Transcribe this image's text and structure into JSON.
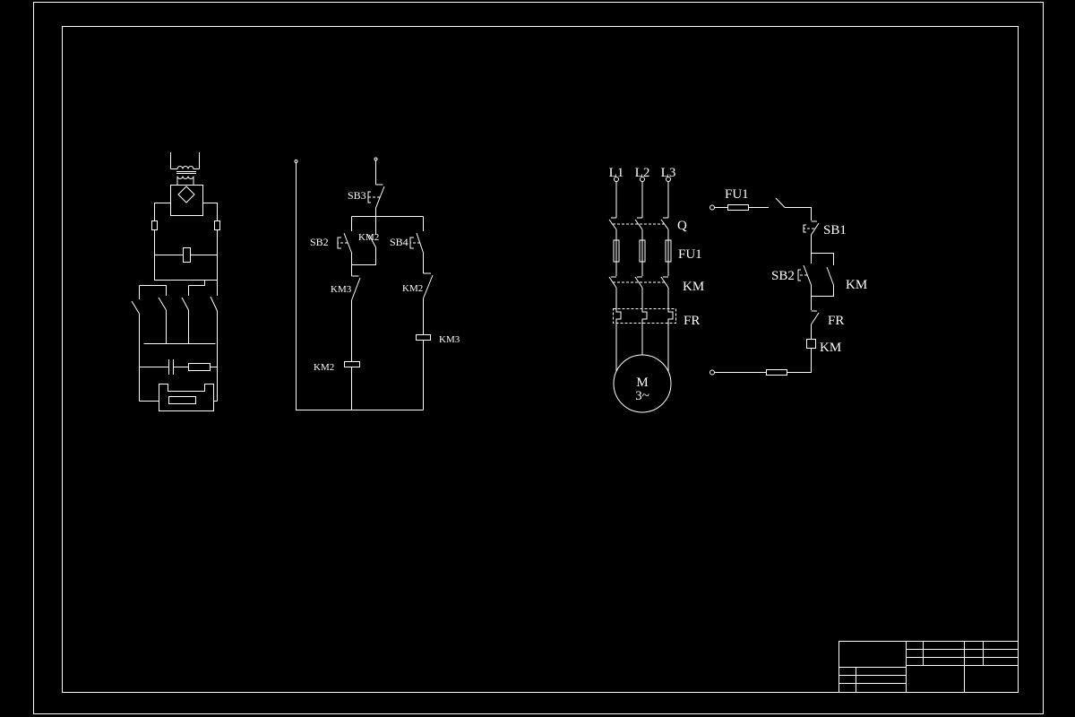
{
  "colors": {
    "background": "#000000",
    "line": "#ffffff"
  },
  "power_circuit": {
    "phases": [
      "L1",
      "L2",
      "L3"
    ],
    "switch": "Q",
    "fuse": "FU1",
    "contactor": "KM",
    "overload": "FR",
    "motor": "M",
    "motor_type": "3~"
  },
  "control_circuit": {
    "fuse": "FU1",
    "stop_button": "SB1",
    "start_button": "SB2",
    "hold_contact": "KM",
    "overload_contact": "FR",
    "coil": "KM"
  },
  "middle_circuit": {
    "sb3": "SB3",
    "sb2": "SB2",
    "km2_hold": "KM2",
    "sb4": "SB4",
    "km3_interlock": "KM3",
    "km2_interlock": "KM2",
    "km2_coil": "KM2",
    "km3_coil": "KM3"
  }
}
